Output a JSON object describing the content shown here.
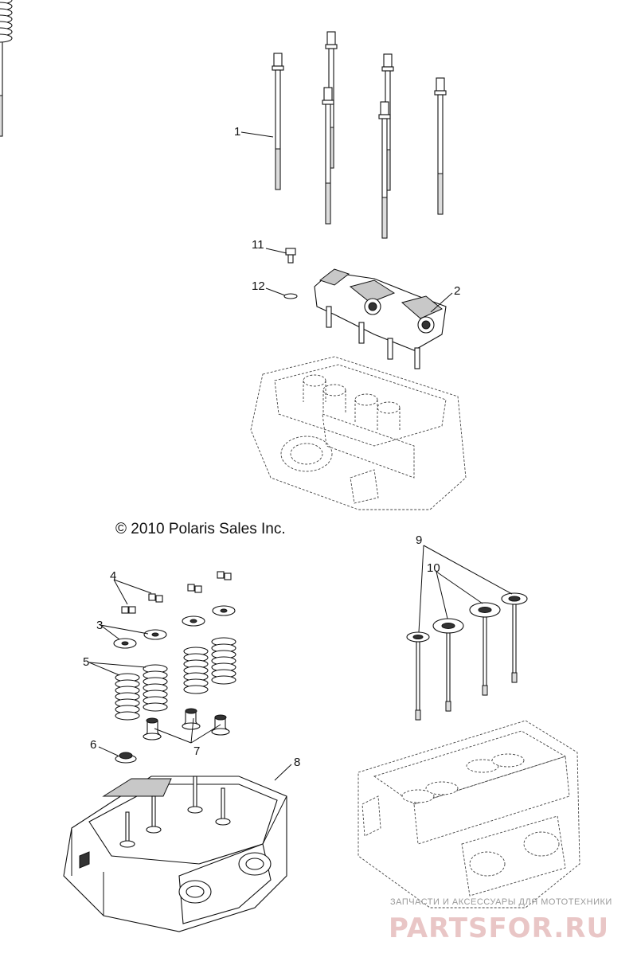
{
  "copyright": "© 2010 Polaris Sales Inc.",
  "callouts": {
    "c1": "1",
    "c2": "2",
    "c3": "3",
    "c4": "4",
    "c5": "5",
    "c6": "6",
    "c7": "7",
    "c8": "8",
    "c9": "9",
    "c10": "10",
    "c11": "11",
    "c12": "12"
  },
  "watermark": {
    "tagline": "ЗАПЧАСТИ И АКСЕССУАРЫ ДЛЯ МОТОТЕХНИКИ",
    "brand": "PARTSFOR.RU"
  },
  "colors": {
    "ink": "#111111",
    "watermark": "#e9c6c6",
    "background": "#ffffff"
  }
}
